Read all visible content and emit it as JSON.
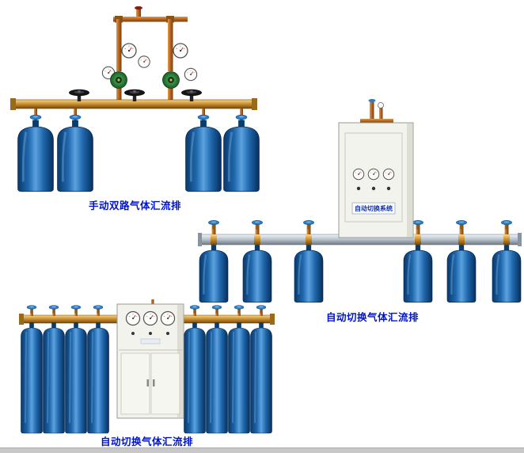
{
  "page": {
    "background_color": "#ffffff",
    "bottom_bar_color": "#c8c8c8",
    "caption_color": "#0014cc"
  },
  "products": [
    {
      "id": "manual-dual-gas-manifold",
      "caption": "手动双路气体汇流排",
      "cylinder_count": 4
    },
    {
      "id": "auto-switch-gas-manifold-a",
      "caption": "自动切换气体汇流排",
      "cabinet_label": "自动切换系统",
      "cylinder_count": 6
    },
    {
      "id": "auto-switch-gas-manifold-b",
      "caption": "自动切换气体汇流排",
      "cylinder_count": 8
    }
  ],
  "colors": {
    "cylinder_blue": "#1f67ac",
    "brass": "#cd9232",
    "copper": "#b4641e",
    "silver_manifold": "#b6c0ca",
    "cabinet": "#f3f3ee",
    "regulator_green": "#2a7a38"
  }
}
